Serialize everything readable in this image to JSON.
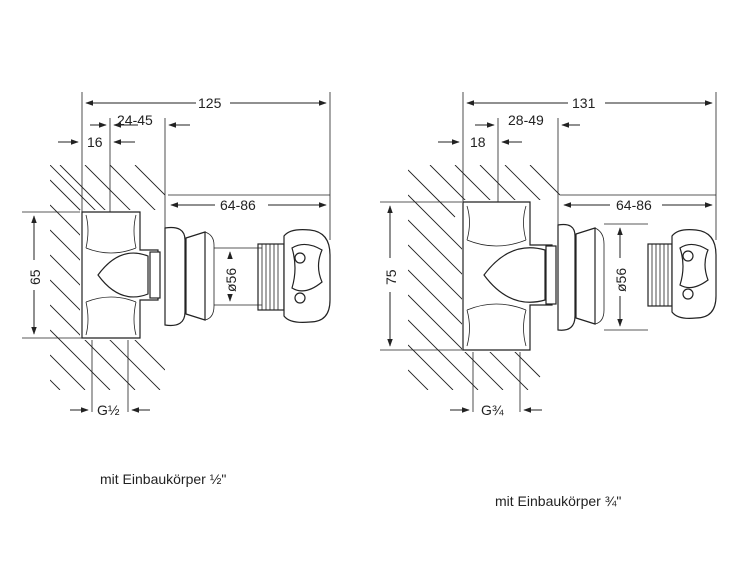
{
  "left_variant": {
    "dims": {
      "overall": "125",
      "range_a": "24-45",
      "small": "16",
      "range_b": "64-86",
      "height": "65",
      "diameter": "ø56",
      "thread": "G½"
    },
    "caption": "mit Einbaukörper ½\""
  },
  "right_variant": {
    "dims": {
      "overall": "131",
      "range_a": "28-49",
      "small": "18",
      "range_b": "64-86",
      "height": "75",
      "diameter": "ø56",
      "thread": "G¾"
    },
    "caption": "mit Einbaukörper ¾\""
  }
}
